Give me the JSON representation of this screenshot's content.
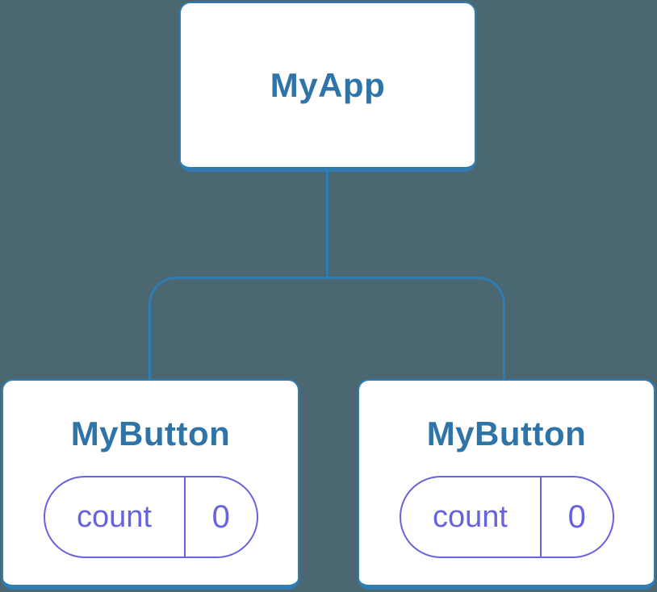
{
  "colors": {
    "background": "#4B6872",
    "node-bg": "#FFFFFF",
    "stroke-blue": "#2F7DB3",
    "text-blue": "#2F74A8",
    "accent-purple": "#6762DF"
  },
  "diagram": {
    "root": {
      "label": "MyApp"
    },
    "children": [
      {
        "label": "MyButton",
        "state": {
          "name": "count",
          "value": "0"
        }
      },
      {
        "label": "MyButton",
        "state": {
          "name": "count",
          "value": "0"
        }
      }
    ]
  }
}
